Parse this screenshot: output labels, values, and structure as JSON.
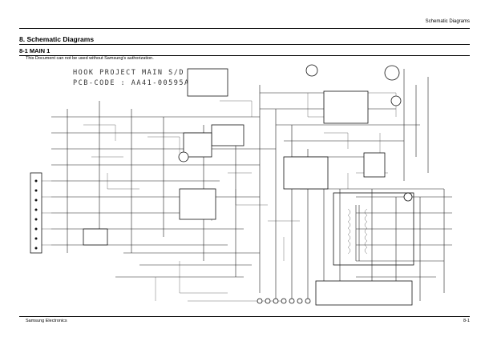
{
  "header": {
    "right_text": "Schematic Diagrams"
  },
  "section": {
    "title": "8. Schematic Diagrams"
  },
  "subsection": {
    "title": "8-1 MAIN 1"
  },
  "notice": "This Document can not be used without Samsung's authorization.",
  "schematic": {
    "title_line1": "HOOK PROJECT MAIN S/D",
    "title_line2": "PCB-CODE : AA41-00595A"
  },
  "footer": {
    "left_text": "Samsung Electronics",
    "right_text": "8-1"
  }
}
